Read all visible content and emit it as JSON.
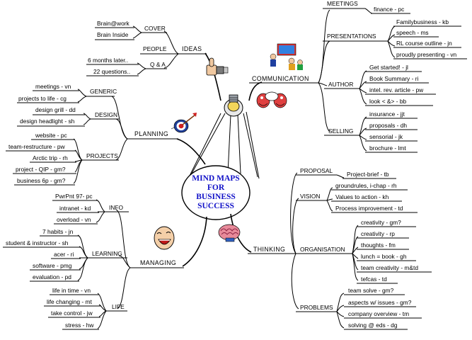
{
  "center": {
    "lines": [
      "MIND MAPS",
      "FOR",
      "BUSINESS",
      "SUCCESS"
    ],
    "text_color": "#1010c8"
  },
  "ideas": {
    "hub": "IDEAS",
    "icon": "thumbs-up-icon",
    "groups": {
      "cover": {
        "label": "COVER",
        "items": [
          "Brain@work",
          "Brain Inside"
        ]
      },
      "people": {
        "label": "PEOPLE"
      },
      "qa": {
        "label": "Q & A",
        "items": [
          "6 months later..",
          "22 questions.."
        ]
      }
    }
  },
  "planning": {
    "hub": "PLANNING",
    "icon": "target-with-dart-icon",
    "groups": {
      "generic": {
        "label": "GENERIC",
        "items": [
          "meetings - vn",
          "projects to life - cg"
        ]
      },
      "design": {
        "label": "DESIGN",
        "items": [
          "design grill - dd",
          "design headlight - sh"
        ]
      },
      "projects": {
        "label": "PROJECTS",
        "items": [
          "website - pc",
          "team-restructure - pw",
          "Arctic trip - rh",
          "project - QIP - gm?",
          "business 6p - gm?"
        ]
      }
    }
  },
  "managing": {
    "hub": "MANAGING",
    "icon": "laughing-face-icon",
    "groups": {
      "info": {
        "label": "INFO",
        "items": [
          "PwrPnt 97- pc",
          "intranet - kd",
          "overload - vn"
        ]
      },
      "learning": {
        "label": "LEARNING",
        "items": [
          "7 habits - jn",
          "student & instructor - sh",
          "acer - ri",
          "software - pmg",
          "evaluation - pd"
        ]
      },
      "life": {
        "label": "LIFE",
        "items": [
          "life in time - vn",
          "life changing - mt",
          "take control - jw",
          "stress - hw"
        ]
      }
    }
  },
  "communication": {
    "hub": "COMMUNICATION",
    "icon": "presentation-meeting-icon",
    "icon2": "talking-heads-icon",
    "groups": {
      "meetings": {
        "label": "MEETINGS",
        "items": [
          "finance - pc"
        ]
      },
      "presentations": {
        "label": "PRESENTATIONS",
        "items": [
          "Familybusiness -  kb",
          "speech - ms",
          "RL course outline - jn",
          "proudly presenting - vn"
        ]
      },
      "author": {
        "label": "AUTHOR",
        "items": [
          "Get started! - jl",
          "Book Summary - ri",
          "intel. rev. article - pw",
          "look  < &> - bb"
        ]
      },
      "selling": {
        "label": "SELLING",
        "items": [
          "insurance - jjt",
          "proposals - dh",
          "sensorial - jk",
          "brochure - lmt"
        ]
      }
    }
  },
  "thinking": {
    "hub": "THINKING",
    "icon": "brain-icon",
    "groups": {
      "proposal": {
        "label": "PROPOSAL",
        "items": [
          "Project-brief - tb"
        ]
      },
      "vision": {
        "label": "VISION",
        "items": [
          "groundrules, i-chap - rh",
          "Values to action - kh",
          "Process improvement - td"
        ]
      },
      "organisation": {
        "label": "ORGANISATION",
        "items": [
          "creativity - gm?",
          "creativity - rp",
          "thoughts - fm",
          "lunch = book - gh",
          "team creativity - m&td",
          "tefcas - td"
        ]
      },
      "problems": {
        "label": "PROBLEMS",
        "items": [
          "team solve - gm?",
          "aspects w/ issues - gm?",
          "company overview - tm",
          "solving @ eds - dg"
        ]
      }
    }
  }
}
